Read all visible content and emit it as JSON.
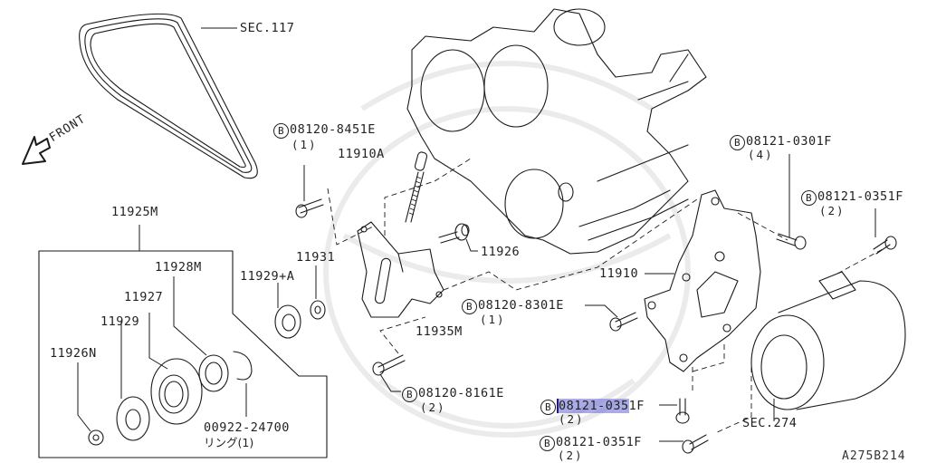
{
  "diagram": {
    "reference_code": "A275B214",
    "direction_label": "FRONT",
    "highlight_color": "#6666d6",
    "section_refs": [
      {
        "id": "sec117",
        "label": "SEC.117"
      },
      {
        "id": "sec274",
        "label": "SEC.274"
      }
    ],
    "parts": [
      {
        "id": "p1",
        "label": "08120-8451E",
        "bolt_marker": "B",
        "qty": "(1)"
      },
      {
        "id": "p2",
        "label": "11910A"
      },
      {
        "id": "p3",
        "label": "11931"
      },
      {
        "id": "p4",
        "label": "11926"
      },
      {
        "id": "p5",
        "label": "11929+A"
      },
      {
        "id": "p6",
        "label": "11935M"
      },
      {
        "id": "p7",
        "label": "08120-8301E",
        "bolt_marker": "B",
        "qty": "(1)"
      },
      {
        "id": "p8",
        "label": "08120-8161E",
        "bolt_marker": "B",
        "qty": "(2)"
      },
      {
        "id": "p9",
        "label": "11910"
      },
      {
        "id": "p10",
        "label": "08121-0301F",
        "bolt_marker": "B",
        "qty": "(4)"
      },
      {
        "id": "p11",
        "label": "08121-0351F",
        "bolt_marker": "B",
        "qty": "(2)"
      },
      {
        "id": "p12",
        "label_highlighted": "08121-035",
        "label_rest": "1F",
        "bolt_marker": "B",
        "qty": "(2)",
        "highlighted": true
      },
      {
        "id": "p13",
        "label": "08121-0351F",
        "bolt_marker": "B",
        "qty": "(2)"
      },
      {
        "id": "p14",
        "label": "11925M"
      },
      {
        "id": "p15",
        "label": "11928M"
      },
      {
        "id": "p16",
        "label": "11927"
      },
      {
        "id": "p17",
        "label": "11929"
      },
      {
        "id": "p18",
        "label": "11926N"
      },
      {
        "id": "p19",
        "label": "00922-24700",
        "sub_label": "リング(1)"
      }
    ]
  }
}
